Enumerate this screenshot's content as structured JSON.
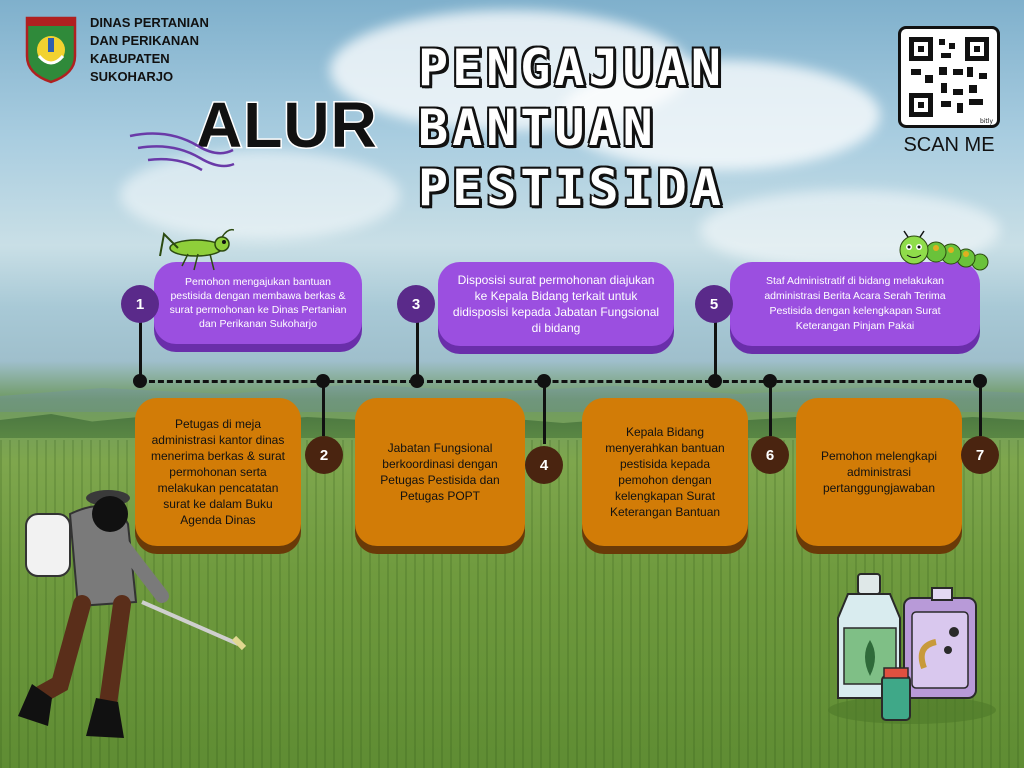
{
  "agency": {
    "logo_text": "KABUPATEN SUKOHARJO",
    "name": "DINAS PERTANIAN\nDAN PERIKANAN\nKABUPATEN\nSUKOHARJO"
  },
  "title": {
    "highlight": "ALUR",
    "line1": "PENGAJUAN",
    "line2": "BANTUAN",
    "line3": "PESTISIDA"
  },
  "qr": {
    "caption": "SCAN ME",
    "tag": "bitly"
  },
  "steps": [
    {
      "number": "1",
      "text": "Pemohon mengajukan bantuan pestisida dengan membawa berkas & surat permohonan ke Dinas Pertanian dan Perikanan Sukoharjo"
    },
    {
      "number": "2",
      "text": "Petugas di meja administrasi kantor dinas menerima berkas & surat permohonan serta melakukan pencatatan surat ke dalam Buku Agenda Dinas"
    },
    {
      "number": "3",
      "text": "Disposisi surat permohonan diajukan ke Kepala Bidang terkait untuk didisposisi kepada Jabatan Fungsional di bidang"
    },
    {
      "number": "4",
      "text": "Jabatan Fungsional berkoordinasi dengan Petugas Pestisida dan Petugas POPT"
    },
    {
      "number": "5",
      "text": "Staf Administratif di bidang melakukan administrasi Berita Acara Serah Terima Pestisida dengan kelengkapan Surat Keterangan Pinjam Pakai"
    },
    {
      "number": "6",
      "text": "Kepala Bidang menyerahkan bantuan pestisida kepada pemohon dengan kelengkapan Surat Keterangan Bantuan"
    },
    {
      "number": "7",
      "text": "Pemohon melengkapi administrasi pertanggungjawaban"
    }
  ],
  "colors": {
    "purple": "#9b4fe0",
    "orange": "#d27c07",
    "badge_purple": "#5a2a8a",
    "badge_brown": "#4a2410"
  }
}
